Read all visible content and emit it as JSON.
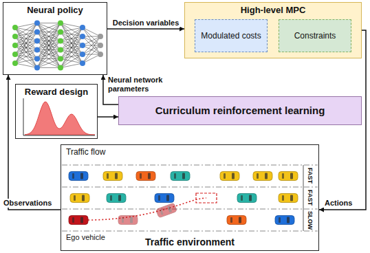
{
  "diagram": {
    "nodes": [
      {
        "text": [
          "Neural policy"
        ]
      },
      {
        "text": [
          "High-level MPC"
        ]
      },
      {
        "text": [
          "Modulated costs"
        ],
        "in": 1
      },
      {
        "text": [
          "Constraints"
        ],
        "in": 1
      },
      {
        "text": [
          "Reward design"
        ]
      },
      {
        "text": [
          "Curriculum reinforcement learning"
        ]
      },
      {
        "text": [
          "Traffic environment"
        ]
      }
    ],
    "edges": [
      {
        "from": 0,
        "to": 1,
        "arrow": "to",
        "label": "Decision variables"
      },
      {
        "from": 5,
        "to": 0,
        "arrow": "to",
        "label": "Neural network parameters"
      },
      {
        "from": 4,
        "to": 5,
        "arrow": "to"
      },
      {
        "from": 6,
        "to": 0,
        "arrow": "to",
        "label": "Observations"
      },
      {
        "from": 1,
        "to": 6,
        "arrow": "to",
        "label": "Actions"
      }
    ],
    "labels": [
      "Traffic flow",
      "FAST",
      "FAST",
      "SLOW",
      "Ego vehicle"
    ]
  }
}
